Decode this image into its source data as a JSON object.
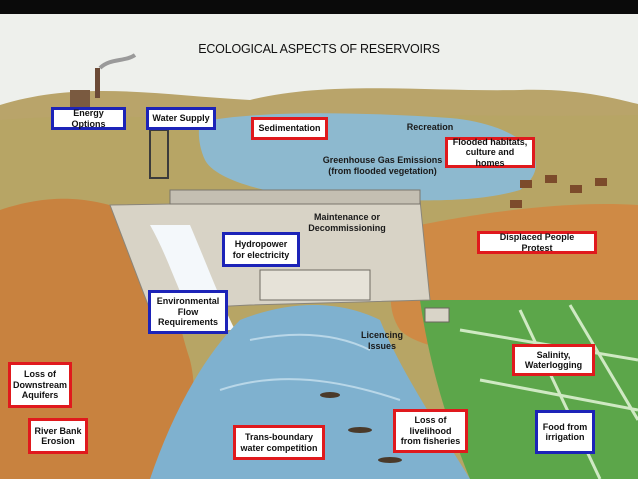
{
  "title": "ECOLOGICAL ASPECTS OF RESERVOIRS",
  "colors": {
    "blue_box": "#1c23b8",
    "red_box": "#e0191d",
    "water": "#86b6d2",
    "soil": "#c88a4a"
  },
  "blue_boxes": {
    "energy_options": "Energy Options",
    "water_supply": "Water Supply",
    "hydropower": "Hydropower for electricity",
    "environmental_flow": "Environmental Flow Requirements",
    "food_irrigation": "Food from irrigation"
  },
  "red_boxes": {
    "sedimentation": "Sedimentation",
    "flooded_habitats": "Flooded habitats, culture and homes",
    "displaced_people": "Displaced People Protest",
    "downstream_aquifers": "Loss of Downstream Aquifers",
    "salinity": "Salinity, Waterlogging",
    "river_bank": "River Bank Erosion",
    "transboundary": "Trans-boundary water competition",
    "livelihood": "Loss of livelihood from fisheries"
  },
  "plain_labels": {
    "recreation": "Recreation",
    "greenhouse": "Greenhouse Gas Emissions (from flooded vegetation)",
    "maintenance": "Maintenance or Decommissioning",
    "licencing": "Licencing Issues"
  }
}
